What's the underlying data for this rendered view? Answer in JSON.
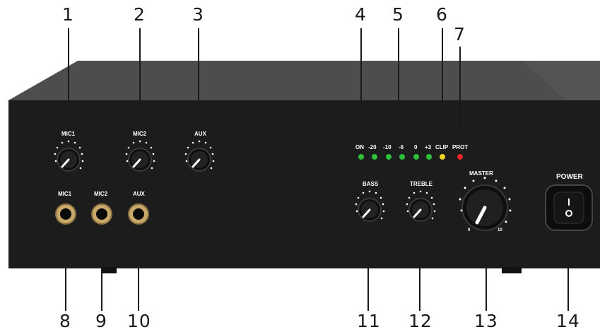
{
  "callouts": {
    "c1": "1",
    "c2": "2",
    "c3": "3",
    "c4": "4",
    "c5": "5",
    "c6": "6",
    "c7": "7",
    "c8": "8",
    "c9": "9",
    "c10": "10",
    "c11": "11",
    "c12": "12",
    "c13": "13",
    "c14": "14"
  },
  "panel": {
    "mic1_label": "MIC1",
    "mic2_label": "MIC2",
    "aux_label": "AUX",
    "jack_mic1_label": "MIC1",
    "jack_mic2_label": "MIC2",
    "jack_aux_label": "AUX",
    "bass_label": "BASS",
    "treble_label": "TREBLE",
    "master_label": "MASTER",
    "power_label": "POWER"
  },
  "meter": {
    "labels": [
      "ON",
      "-20",
      "-10",
      "-6",
      "0",
      "+3",
      "CLIP",
      "PROT"
    ],
    "led_colors": [
      "#2fbf3a",
      "#2fbf3a",
      "#2fbf3a",
      "#2fbf3a",
      "#2fbf3a",
      "#2fbf3a",
      "#f2d31b",
      "#e8262b"
    ]
  },
  "master_scale": {
    "min": "0",
    "max": "10"
  },
  "colors": {
    "chassis": "#1d1d1d",
    "top": "#4a4a4a",
    "jack_ring": "#c9a96a"
  }
}
